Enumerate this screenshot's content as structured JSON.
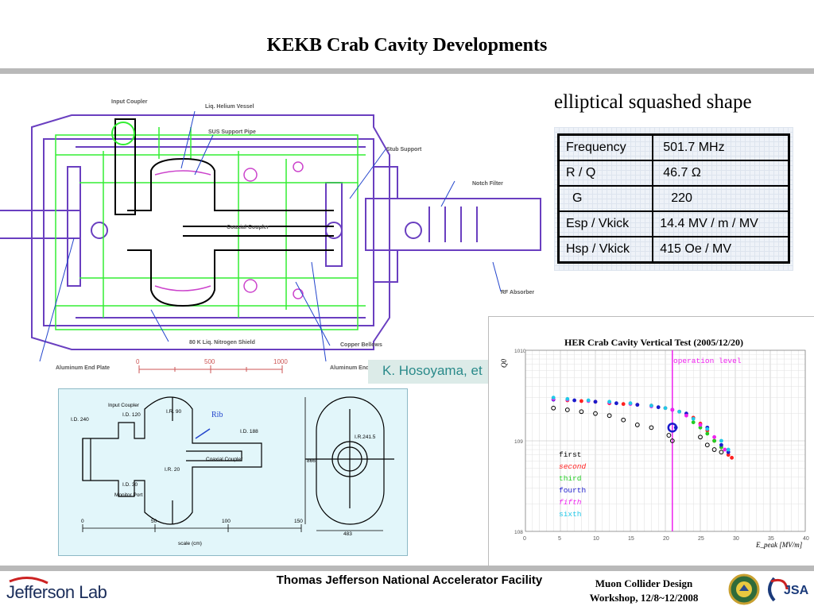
{
  "title": "KEKB Crab Cavity Developments",
  "caption": "elliptical squashed shape",
  "parameters": [
    {
      "name": "Frequency",
      "value": "501.7 MHz"
    },
    {
      "name": "R / Q",
      "value": "46.7 Ω"
    },
    {
      "name": "G",
      "value": "220"
    },
    {
      "name": "Esp / Vkick",
      "value": "14.4 MV / m / MV"
    },
    {
      "name": "Hsp / Vkick",
      "value": "415 Oe / MV"
    }
  ],
  "cryomodule": {
    "labels": {
      "input_coupler": "Input Coupler",
      "lhe_vessel": "Liq. Helium Vessel",
      "sus_support": "SUS Support Pipe",
      "stub_support": "Stub Support",
      "notch_filter": "Notch Filter",
      "coaxial_coupler": "Coaxial Coupler",
      "rf_absorber": "RF Absorber",
      "ln2_shield": "80 K Liq. Nitrogen Shield",
      "copper_bellows": "Copper Bellows",
      "al_end_plate_left": "Aluminum\nEnd Plate",
      "al_end_plate_right": "Aluminum\nEnd Plate"
    },
    "scale_ticks": [
      "0",
      "500",
      "1000"
    ]
  },
  "credit": "K. Hosoyama, et",
  "cavity_shape": {
    "labels": {
      "input_coupler": "Input Coupler",
      "id_120": "I.D. 120",
      "id_240": "I.D. 240",
      "ir_90": "I.R. 90",
      "rib": "Rib",
      "id_188": "I.D. 188",
      "coaxial_coupler": "Coaxial Coupler",
      "ir_20": "I.R. 20",
      "id_30": "I.D. 30",
      "monitor_port": "Monitor Port",
      "ir_241_5": "I.R.241.5",
      "dim_866": "866",
      "dim_483": "483",
      "scale_label": "scale (cm)"
    },
    "scale_ticks": [
      "0",
      "50",
      "100",
      "150"
    ]
  },
  "chart_data": {
    "type": "scatter",
    "title": "HER Crab Cavity Vertical Test (2005/12/20)",
    "xlabel": "E_peak [MV/m]",
    "ylabel": "Q0",
    "xlim": [
      0,
      40
    ],
    "ylim_log10": [
      8,
      10
    ],
    "x_ticks": [
      "0",
      "5",
      "10",
      "15",
      "20",
      "25",
      "30",
      "35",
      "40"
    ],
    "y_ticks": [
      "10^8",
      "10^9",
      "10^10"
    ],
    "y_scale": "log",
    "annotation": "operation level",
    "operation_level_x": 21,
    "legend_position": "left-middle",
    "grid": true,
    "series": [
      {
        "name": "first",
        "color": "#000000",
        "marker": "circle-open",
        "points": [
          [
            4,
            2300000000.0
          ],
          [
            6,
            2200000000.0
          ],
          [
            8,
            2100000000.0
          ],
          [
            10,
            2000000000.0
          ],
          [
            12,
            1900000000.0
          ],
          [
            14,
            1700000000.0
          ],
          [
            16,
            1500000000.0
          ],
          [
            18,
            1400000000.0
          ],
          [
            20.5,
            1150000000.0
          ],
          [
            21,
            1000000000.0
          ],
          [
            25,
            1100000000.0
          ],
          [
            26,
            900000000.0
          ],
          [
            27,
            800000000.0
          ],
          [
            28,
            750000000.0
          ]
        ]
      },
      {
        "name": "second",
        "color": "#ff2020",
        "marker": "circle",
        "points": [
          [
            4,
            2900000000.0
          ],
          [
            6,
            2800000000.0
          ],
          [
            8,
            2750000000.0
          ],
          [
            10,
            2700000000.0
          ],
          [
            12,
            2600000000.0
          ],
          [
            14,
            2550000000.0
          ],
          [
            16,
            2500000000.0
          ],
          [
            18,
            2450000000.0
          ],
          [
            20,
            2300000000.0
          ],
          [
            22,
            2100000000.0
          ],
          [
            24,
            1800000000.0
          ],
          [
            25,
            1550000000.0
          ],
          [
            26,
            1300000000.0
          ],
          [
            27,
            1000000000.0
          ],
          [
            28,
            850000000.0
          ],
          [
            29,
            700000000.0
          ],
          [
            29.5,
            650000000.0
          ]
        ]
      },
      {
        "name": "third",
        "color": "#22cc22",
        "marker": "circle",
        "points": [
          [
            24,
            1600000000.0
          ],
          [
            25,
            1400000000.0
          ],
          [
            26,
            1200000000.0
          ],
          [
            27,
            1000000000.0
          ],
          [
            28,
            850000000.0
          ]
        ]
      },
      {
        "name": "fourth",
        "color": "#1a1acc",
        "marker": "circle",
        "points": [
          [
            4,
            2850000000.0
          ],
          [
            7,
            2800000000.0
          ],
          [
            10,
            2700000000.0
          ],
          [
            13,
            2600000000.0
          ],
          [
            16,
            2500000000.0
          ],
          [
            19,
            2350000000.0
          ],
          [
            21,
            2200000000.0
          ],
          [
            21.5,
            1400000000.0
          ],
          [
            23,
            2000000000.0
          ],
          [
            26,
            1400000000.0
          ],
          [
            28,
            900000000.0
          ],
          [
            29,
            750000000.0
          ]
        ]
      },
      {
        "name": "fifth",
        "color": "#ee22ee",
        "marker": "circle",
        "points": [
          [
            4,
            2900000000.0
          ],
          [
            6,
            2850000000.0
          ],
          [
            9,
            2750000000.0
          ],
          [
            12,
            2650000000.0
          ],
          [
            15,
            2550000000.0
          ],
          [
            18,
            2400000000.0
          ],
          [
            21,
            2200000000.0
          ],
          [
            23,
            1900000000.0
          ],
          [
            25,
            1500000000.0
          ],
          [
            27,
            1100000000.0
          ],
          [
            28.5,
            800000000.0
          ]
        ]
      },
      {
        "name": "sixth",
        "color": "#20c8e8",
        "marker": "circle",
        "points": [
          [
            4,
            3000000000.0
          ],
          [
            6,
            2900000000.0
          ],
          [
            9,
            2800000000.0
          ],
          [
            12,
            2700000000.0
          ],
          [
            15,
            2600000000.0
          ],
          [
            18,
            2450000000.0
          ],
          [
            20,
            2300000000.0
          ],
          [
            22,
            2100000000.0
          ],
          [
            24,
            1750000000.0
          ],
          [
            26,
            1350000000.0
          ],
          [
            28,
            1000000000.0
          ],
          [
            29,
            800000000.0
          ]
        ]
      }
    ]
  },
  "footer": {
    "center": "Thomas Jefferson National Accelerator Facility",
    "right_line1": "Muon Collider Design",
    "right_line2": "Workshop, 12/8~12/2008",
    "logo_text": "Jefferson Lab",
    "jsa_text": "JSA"
  },
  "colors": {
    "green": "#33ee33",
    "purple": "#6a3fc0",
    "magenta": "#cc44cc",
    "blue": "#2244cc",
    "bar_gray": "#b9b9b9"
  }
}
